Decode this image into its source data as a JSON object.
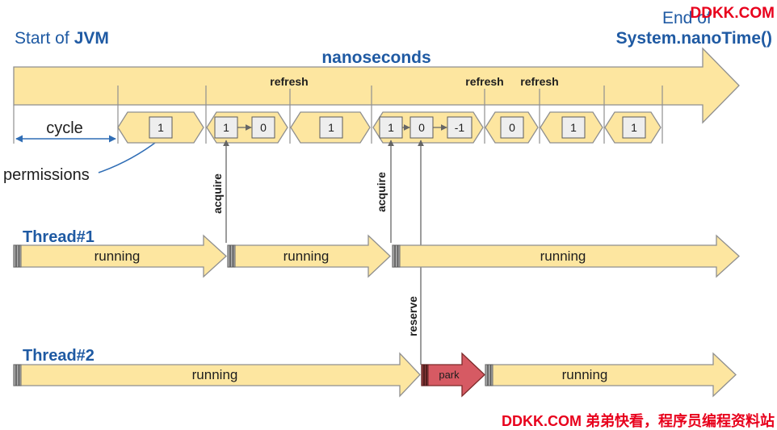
{
  "header": {
    "start_prefix": "Start of",
    "start_bold": "JVM",
    "end_prefix": "End of",
    "end_bold": "System.nanoTime()"
  },
  "watermark": {
    "top": "DDKK.COM",
    "bottom": "DDKK.COM 弟弟快看，程序员编程资料站"
  },
  "timeline": {
    "unit_label": "nanoseconds",
    "refresh_labels": [
      "refresh",
      "refresh",
      "refresh"
    ],
    "cycle_label": "cycle",
    "permissions_label": "permissions"
  },
  "cycles": [
    {
      "permits": [
        "1"
      ]
    },
    {
      "permits": [
        "1",
        "0"
      ]
    },
    {
      "permits": [
        "1"
      ]
    },
    {
      "permits": [
        "1",
        "0",
        "-1"
      ]
    },
    {
      "permits": [
        "0"
      ]
    },
    {
      "permits": [
        "1"
      ]
    },
    {
      "permits": [
        "1"
      ]
    }
  ],
  "events": [
    {
      "label": "acquire"
    },
    {
      "label": "acquire"
    },
    {
      "label": "reserve"
    }
  ],
  "threads": [
    {
      "name": "Thread#1",
      "segments": [
        {
          "label": "running"
        },
        {
          "label": "running"
        },
        {
          "label": "running"
        }
      ]
    },
    {
      "name": "Thread#2",
      "segments": [
        {
          "label": "running"
        },
        {
          "label": "park"
        },
        {
          "label": "running"
        }
      ]
    }
  ],
  "colors": {
    "band_fill": "#fde6a0",
    "outline": "#8f8f8f",
    "park_fill": "#d65a63",
    "park_outline": "#7d2a2a",
    "text_blue": "#1f5aa3",
    "watermark_red": "#e8001c",
    "box_fill": "#eeeeee",
    "pointer_blue": "#2f6db5"
  }
}
